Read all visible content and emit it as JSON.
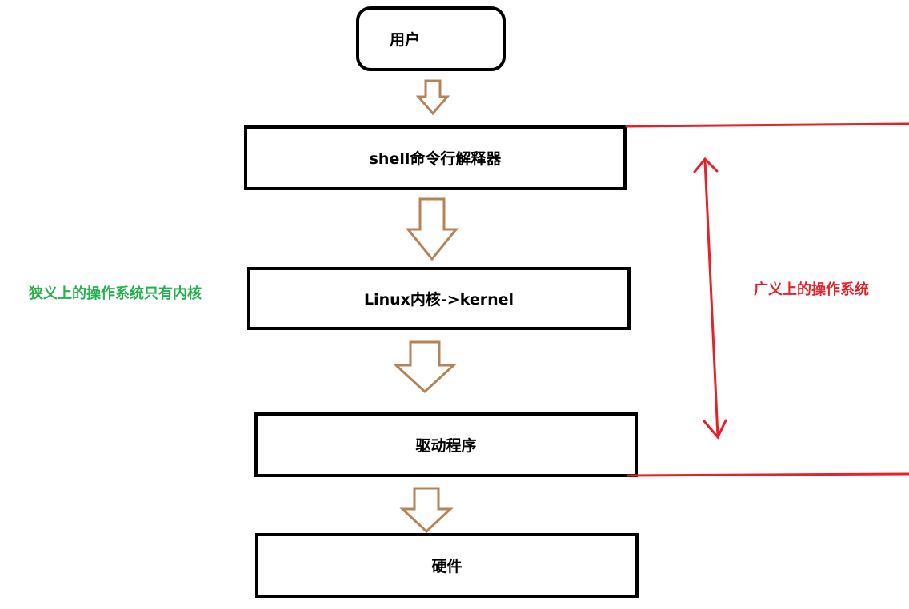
{
  "nodes": {
    "user": "用户",
    "shell": "shell命令行解释器",
    "kernel": "Linux内核->kernel",
    "driver": "驱动程序",
    "hardware": "硬件"
  },
  "annotations": {
    "narrow_os": "狭义上的操作系统只有内核",
    "broad_os": "广义上的操作系统"
  },
  "colors": {
    "box_border": "#000000",
    "flow_arrow": "#b5835a",
    "broad_marker": "#e8202a",
    "narrow_text": "#22b14c",
    "broad_text": "#e8202a"
  }
}
